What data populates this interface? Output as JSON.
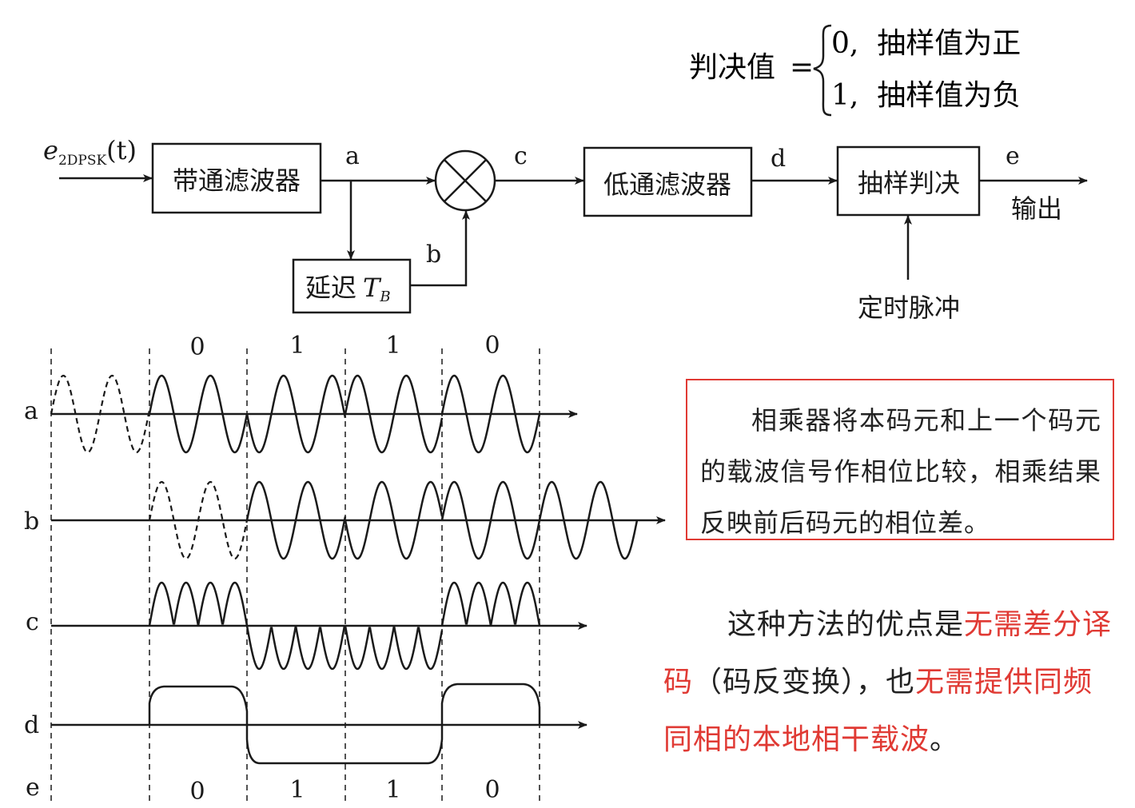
{
  "decision_rule": {
    "lhs": "判决值",
    "eq": "=",
    "case0": "0,  抽样值为正",
    "case1": "1,  抽样值为负"
  },
  "block_diagram": {
    "input_label": "e",
    "input_sub": "2DPSK",
    "input_arg": "(t)",
    "bpf": "带通滤波器",
    "delay": "延迟",
    "delay_T": "T",
    "delay_sub": "B",
    "multiplier_symbol": "×",
    "lpf": "低通滤波器",
    "sampler": "抽样判决",
    "timing": "定时脉冲",
    "output": "输出",
    "node_a": "a",
    "node_b": "b",
    "node_c": "c",
    "node_d": "d",
    "node_e": "e"
  },
  "waveforms": {
    "bits_top": [
      "0",
      "1",
      "1",
      "0"
    ],
    "bits_bottom": [
      "0",
      "1",
      "1",
      "0"
    ],
    "row_labels": [
      "a",
      "b",
      "c",
      "d",
      "e"
    ],
    "d_levels": [
      "positive",
      "negative",
      "negative",
      "positive"
    ]
  },
  "note_box": {
    "text": "相乘器将本码元和上一个码元的载波信号作相位比较，相乘结果反映前后码元的相位差。",
    "border_color": "#e03a34"
  },
  "advantage": {
    "t1": "这种方法的优点是",
    "r1": "无需差分译码",
    "t2": "（码反变换），也",
    "r2": "无需提供同频同相的本地相干载波",
    "t3": "。",
    "highlight_color": "#e03a34"
  }
}
